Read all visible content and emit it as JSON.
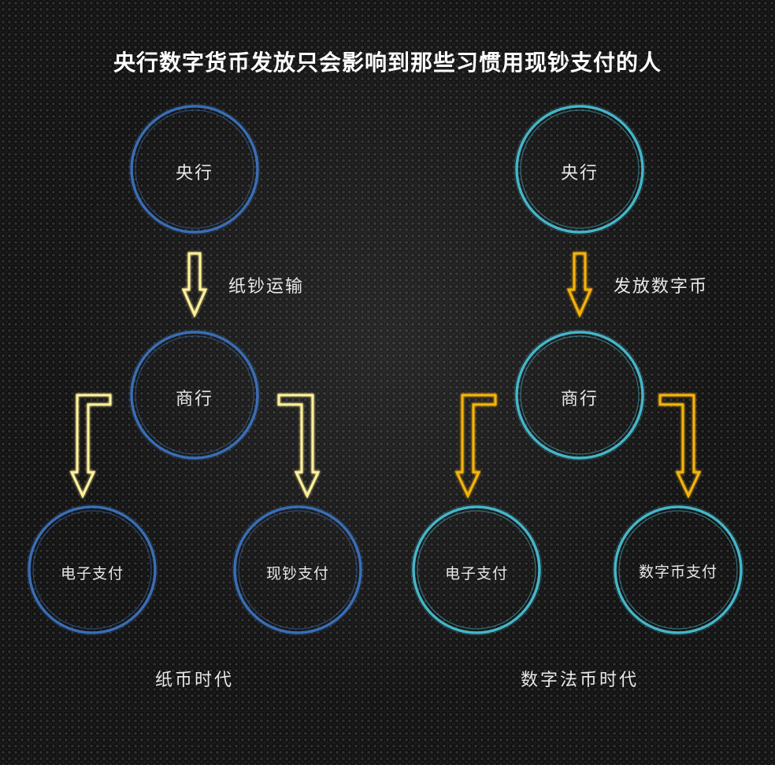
{
  "title": "央行数字货币发放只会影响到那些习惯用现钞支付的人",
  "colors": {
    "left_circle": "#3a6eb5",
    "right_circle": "#45b6c9",
    "left_arrow": "#fff29a",
    "right_arrow": "#f5b30f"
  },
  "left": {
    "central_bank": "央行",
    "transport_label": "纸钞运输",
    "commercial_bank": "商行",
    "electronic_payment": "电子支付",
    "cash_payment": "现钞支付",
    "era_label": "纸币时代"
  },
  "right": {
    "central_bank": "央行",
    "issue_label": "发放数字币",
    "commercial_bank": "商行",
    "electronic_payment": "电子支付",
    "digital_payment": "数字币支付",
    "era_label": "数字法币时代"
  }
}
